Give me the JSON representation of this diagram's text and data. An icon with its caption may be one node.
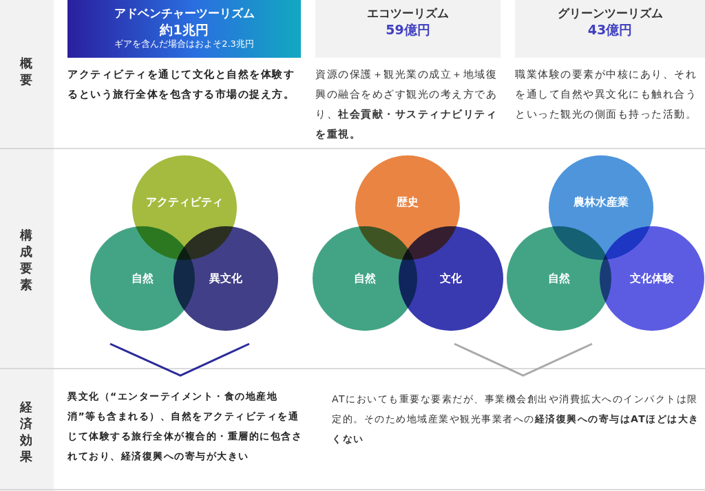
{
  "diagram": {
    "nodes": [
      {
        "text": [
          "アドベンチャーツーリズム",
          "約1兆円",
          "ギアを含んだ場合はおよそ2.3兆円"
        ]
      },
      {
        "text": [
          "エコツーリズム",
          "59億円"
        ]
      },
      {
        "text": [
          "グリーンツーリズム",
          "43億円"
        ]
      },
      {
        "text": [
          "アクティビティ"
        ]
      },
      {
        "text": [
          "自然"
        ]
      },
      {
        "text": [
          "異文化"
        ]
      },
      {
        "text": [
          "歴史"
        ]
      },
      {
        "text": [
          "自然"
        ]
      },
      {
        "text": [
          "文化"
        ]
      },
      {
        "text": [
          "農林水産業"
        ]
      },
      {
        "text": [
          "自然"
        ]
      },
      {
        "text": [
          "文化体験"
        ]
      }
    ],
    "labels": [
      "概要",
      "アクティビティを通じて文化と自然を体験するという旅行全体を包含する市場の捉え方。",
      "資源の保護＋観光業の成立＋地域復興の融合をめざす観光の考え方であり、**社会貢献・サスティナビリティを重視。**",
      "職業体験の要素が中核にあり、それを通して自然や異文化にも触れ合うといった観光の側面も持った活動。",
      "構成要素",
      "経済効果",
      "異文化（“エンターテイメント・食の地産地消”等も含まれる）、自然をアクティビティを通じて体験する旅行全体が複合的・重層的に包含されており、経済復興への寄与が大きい",
      "ATにおいても重要な要素だが、事業機会創出や消費拡大へのインパクトは限定的。そのため地域産業や観光事業者への**経済復興への寄与はATほどは大きくない**"
    ]
  }
}
